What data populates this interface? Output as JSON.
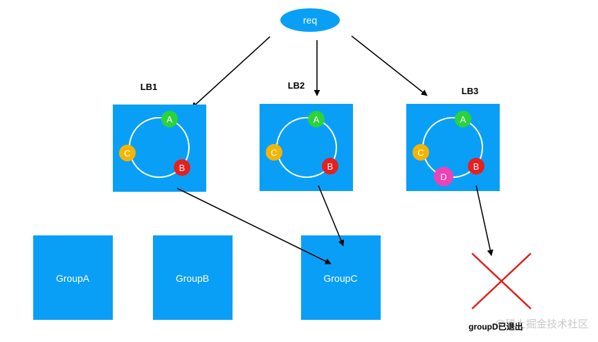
{
  "colors": {
    "box": "#0A9FF7",
    "req": "#0A9FF7",
    "node_A": "#2CD23B",
    "node_B": "#E61F1F",
    "node_C": "#F5B400",
    "node_D": "#F042B4",
    "arrow": "#000000",
    "cross": "#E01E1E",
    "ring": "#FFFFFF",
    "box_text": "#FFFFFF"
  },
  "request": {
    "label": "req"
  },
  "load_balancers": [
    {
      "id": "lb1",
      "label": "LB1",
      "nodes": [
        "A",
        "B",
        "C"
      ]
    },
    {
      "id": "lb2",
      "label": "LB2",
      "nodes": [
        "A",
        "B",
        "C"
      ]
    },
    {
      "id": "lb3",
      "label": "LB3",
      "nodes": [
        "A",
        "B",
        "C",
        "D"
      ]
    }
  ],
  "node_labels": {
    "A": "A",
    "B": "B",
    "C": "C",
    "D": "D"
  },
  "groups": [
    {
      "id": "groupA",
      "label": "GroupA"
    },
    {
      "id": "groupB",
      "label": "GroupB"
    },
    {
      "id": "groupC",
      "label": "GroupC"
    }
  ],
  "exited_group": {
    "id": "groupD",
    "note": "groupD已退出",
    "icon": "red-cross-icon"
  },
  "routes": [
    {
      "from": "req",
      "to": "lb1"
    },
    {
      "from": "req",
      "to": "lb2"
    },
    {
      "from": "req",
      "to": "lb3"
    },
    {
      "from": "lb1",
      "to": "groupC"
    },
    {
      "from": "lb2",
      "to": "groupC"
    },
    {
      "from": "lb3",
      "to": "groupD"
    }
  ],
  "watermark": "@稀土掘金技术社区"
}
